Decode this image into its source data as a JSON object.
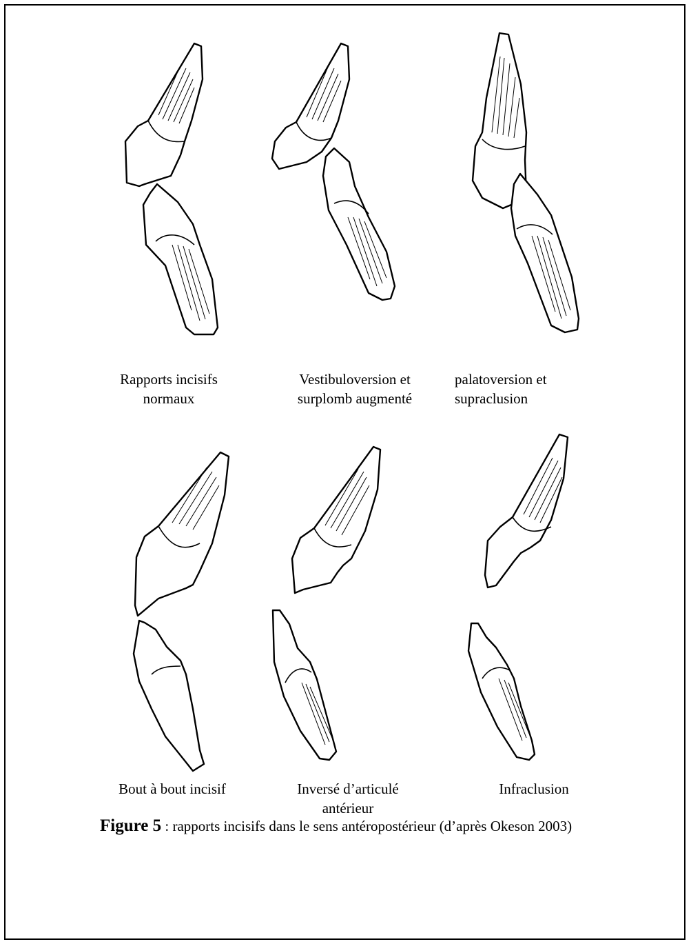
{
  "panels": [
    {
      "label_line1": "Rapports incisifs",
      "label_line2": "normaux"
    },
    {
      "label_line1": "Vestibuloversion et",
      "label_line2": "surplomb augmenté"
    },
    {
      "label_line1": "palatoversion et",
      "label_line2": "supraclusion"
    },
    {
      "label_line1": "Bout à bout incisif",
      "label_line2": ""
    },
    {
      "label_line1": "Inversé d’articulé",
      "label_line2": "antérieur"
    },
    {
      "label_line1": "Infraclusion",
      "label_line2": ""
    }
  ],
  "caption": {
    "figure_label": "Figure 5",
    "text": " : rapports incisifs dans le sens antéropostérieur (d’après Okeson 2003)"
  }
}
